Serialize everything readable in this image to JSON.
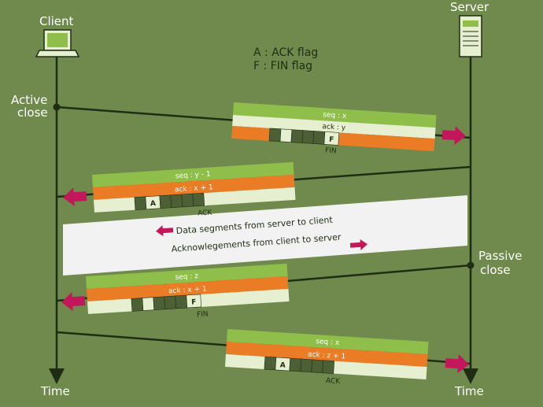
{
  "client_label": "Client",
  "server_label": "Server",
  "legend": {
    "ack": "A : ACK flag",
    "fin": "F : FIN flag"
  },
  "active_close": [
    "Active",
    "close"
  ],
  "passive_close": [
    "Passive",
    "close"
  ],
  "time_left": "Time",
  "time_right": "Time",
  "packets": [
    {
      "row1": "seq : x",
      "row2": "ack : y",
      "flag": "F",
      "caption": "FIN"
    },
    {
      "row1": "seq : y - 1",
      "row2": "ack : x + 1",
      "flag": "A",
      "caption": "ACK"
    },
    {
      "row1": "seq : z",
      "row2": "ack : x + 1",
      "flag": "F",
      "caption": "FIN"
    },
    {
      "row1": "seq : x",
      "row2": "ack : z + 1",
      "flag": "A",
      "caption": "ACK"
    }
  ],
  "band": {
    "line1": "Data segments from server to client",
    "line2": "Acknowlegements from client to server"
  },
  "colors": {
    "background": "#6f8a4c",
    "green": "#8fbf4a",
    "orange": "#e97c25",
    "cream": "#e6efcf",
    "arrow": "#c2185b",
    "band": "#f2f2f2"
  }
}
